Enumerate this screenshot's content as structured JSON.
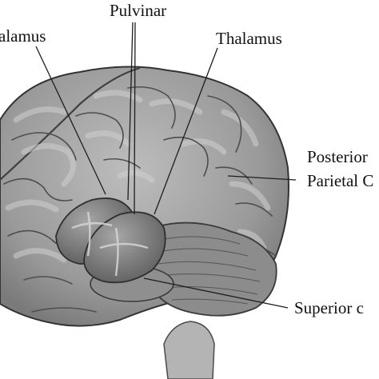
{
  "labels": {
    "pulvinar": "Pulvinar",
    "thalamus_left": "alamus",
    "thalamus_right": "Thalamus",
    "posterior_line1": "Posterior",
    "posterior_line2": "Parietal C",
    "superior": "Superior c"
  },
  "colors": {
    "background": "#ffffff",
    "cortex_fill": "#9e9e9e",
    "cortex_stroke": "#3a3a3a",
    "gyri_highlight": "#c4c4c4",
    "sulci": "#5a5a5a",
    "thalamus_fill": "#7b7b7b",
    "cerebellum_fill": "#8a8a8a",
    "brainstem_fill": "#b5b5b5",
    "leader_line": "#222222"
  }
}
